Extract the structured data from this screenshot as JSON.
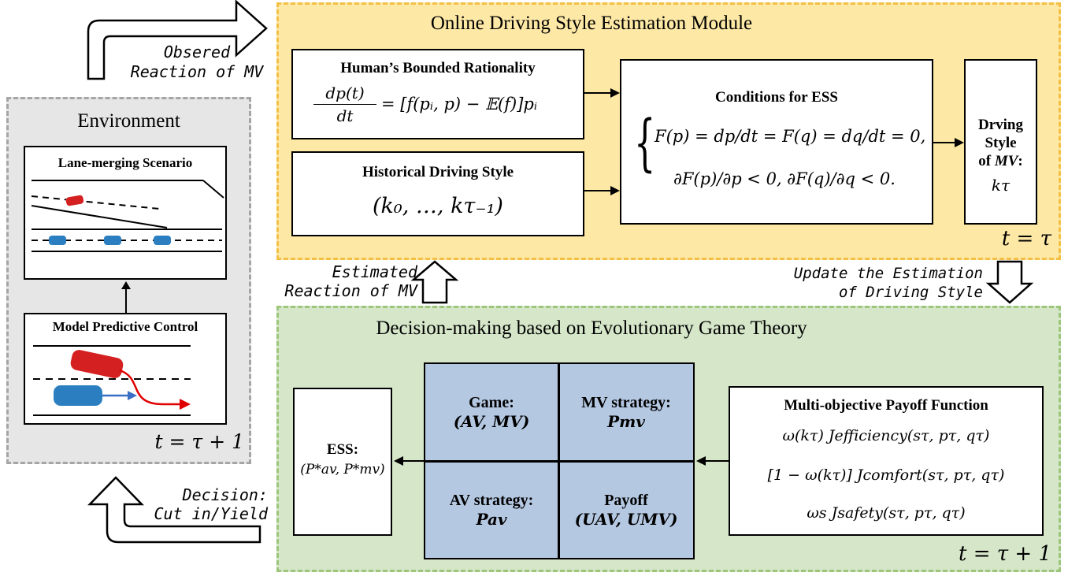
{
  "colors": {
    "estimation_fill": "#fde8a6",
    "estimation_border": "#f4bf45",
    "decision_fill": "#d5e6c9",
    "decision_border": "#9cc67a",
    "environment_fill": "#e6e6e6",
    "environment_border": "#a5a5a5",
    "game_cell_fill": "#b5c8e2",
    "arrow": "#000000"
  },
  "top_left_arrow": {
    "line1": "Obsered",
    "line2": "Reaction of MV"
  },
  "environment": {
    "title": "Environment",
    "scenario_title": "Lane-merging Scenario",
    "mpc_title": "Model Predictive Control",
    "time": "t = τ + 1"
  },
  "estimation": {
    "title": "Online Driving Style Estimation Module",
    "rationality_title": "Human’s Bounded Rationality",
    "rationality_eq_num": "dp(t)",
    "rationality_eq_den": "dt",
    "rationality_eq_rhs": "= [f(pᵢ, p) − 𝔼(f)]pᵢ",
    "historical_title": "Historical Driving Style",
    "historical_value": "(k₀, …, kτ₋₁)",
    "ess_title": "Conditions for ESS",
    "ess_line1": "F(p) = dp/dt = F(q) = dq/dt = 0,",
    "ess_line2": "∂F(p)/∂p < 0, ∂F(q)/∂q < 0.",
    "style_line1": "Drving",
    "style_line2": "Style",
    "style_line3_prefix": "of ",
    "style_line3_mv": "MV",
    "style_line3_suffix": ":",
    "style_value": "kτ",
    "time": "t = τ"
  },
  "middle_arrows": {
    "left_line1": "Estimated",
    "left_line2": "Reaction of MV",
    "right_line1": "Update the Estimation",
    "right_line2": "of Driving Style"
  },
  "decision": {
    "title": "Decision-making based on Evolutionary Game Theory",
    "ess_label": "ESS:",
    "ess_value": "(P*av, P*mv)",
    "game_label": "Game:",
    "game_value": "(AV, MV)",
    "mv_strategy_label": "MV strategy:",
    "mv_strategy_value": "Pmv",
    "av_strategy_label": "AV strategy:",
    "av_strategy_value": "Pav",
    "payoff_label": "Payoff",
    "payoff_value": "(UAV, UMV)",
    "payoff_fn_title": "Multi-objective Payoff Function",
    "payoff_line1": "ω(kτ) Jefficiency(sτ, pτ, qτ)",
    "payoff_line2": "[1 − ω(kτ)] Jcomfort(sτ, pτ, qτ)",
    "payoff_line3": "ωs Jsafety(sτ, pτ, qτ)",
    "time": "t = τ + 1"
  },
  "bottom_left_arrow": {
    "line1": "Decision:",
    "line2": "Cut in/Yield"
  }
}
